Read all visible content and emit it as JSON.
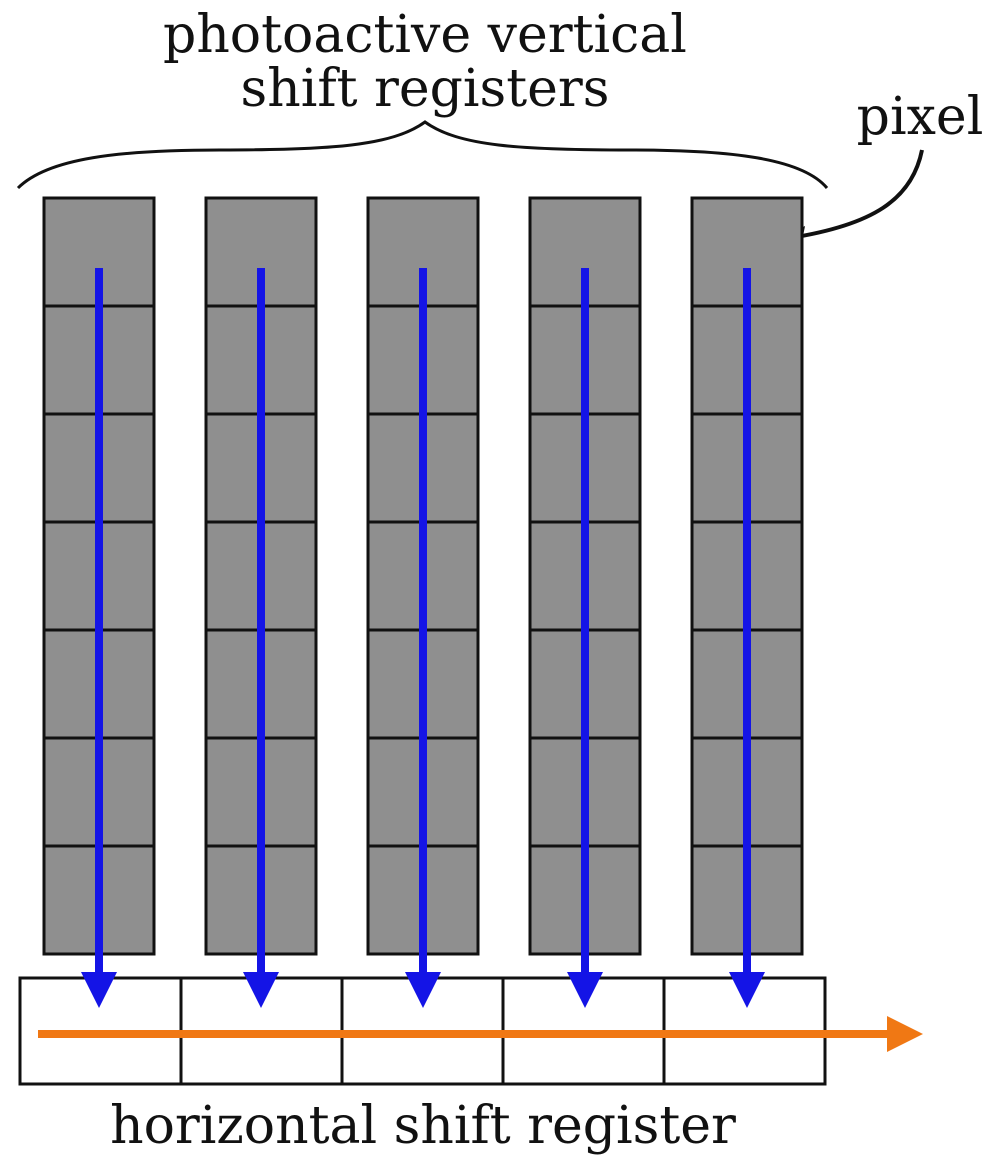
{
  "title": {
    "line1": "photoactive vertical",
    "line2": "shift registers"
  },
  "pixel_label": "pixel",
  "bottom_label": "horizontal shift register",
  "diagram": {
    "vertical_register_count": 5,
    "pixels_per_register": 7,
    "horizontal_register_cells": 5
  },
  "colors": {
    "pixel_fill": "#8f8f8f",
    "outline": "#111111",
    "vertical_arrow": "#1414e6",
    "horizontal_arrow": "#f07814",
    "background": "#ffffff"
  }
}
